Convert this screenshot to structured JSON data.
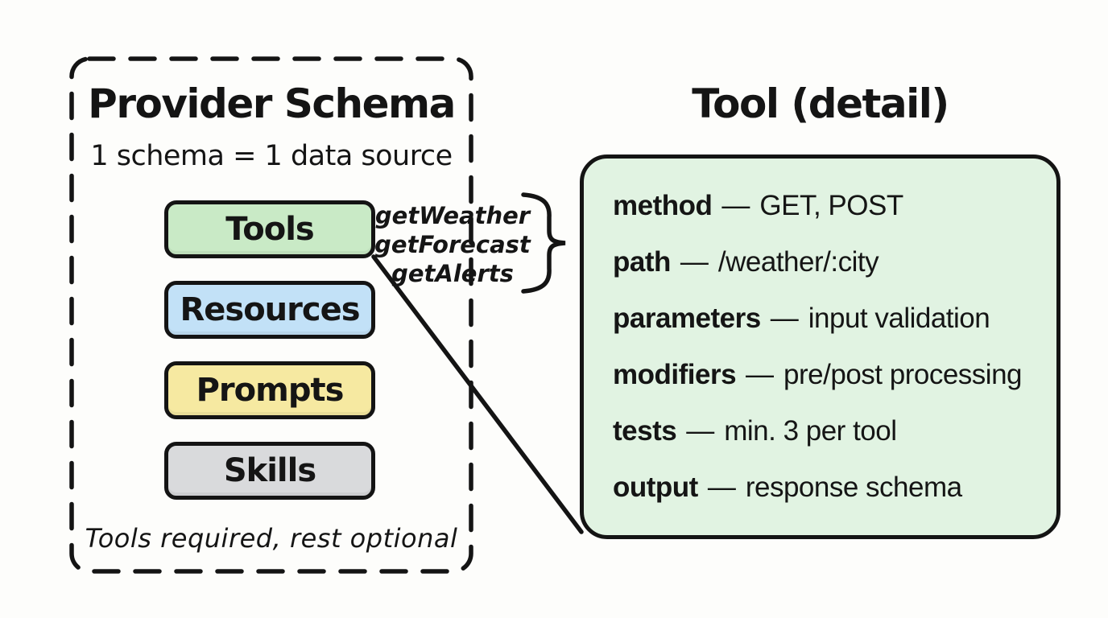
{
  "canvas": {
    "background": "#fdfdfb",
    "ink": "#141414"
  },
  "provider_schema": {
    "title": "Provider Schema",
    "subtitle": "1 schema = 1 data source",
    "boxes": [
      {
        "label": "Tools",
        "color": "#c9eac6"
      },
      {
        "label": "Resources",
        "color": "#c2e1f7"
      },
      {
        "label": "Prompts",
        "color": "#f6e9a1"
      },
      {
        "label": "Skills",
        "color": "#d9dadc"
      }
    ],
    "footnote": "Tools required, rest optional"
  },
  "tool_annotations": {
    "items": [
      "getWeather",
      "getForecast",
      "getAlerts"
    ]
  },
  "tool_detail": {
    "title": "Tool (detail)",
    "panel_color": "#e1f3e2",
    "separator": "—",
    "items": [
      {
        "label": "method",
        "desc": "GET, POST"
      },
      {
        "label": "path",
        "desc": "/weather/:city"
      },
      {
        "label": "parameters",
        "desc": "input validation"
      },
      {
        "label": "modifiers",
        "desc": "pre/post processing"
      },
      {
        "label": "tests",
        "desc": "min. 3 per tool"
      },
      {
        "label": "output",
        "desc": "response schema"
      }
    ]
  }
}
